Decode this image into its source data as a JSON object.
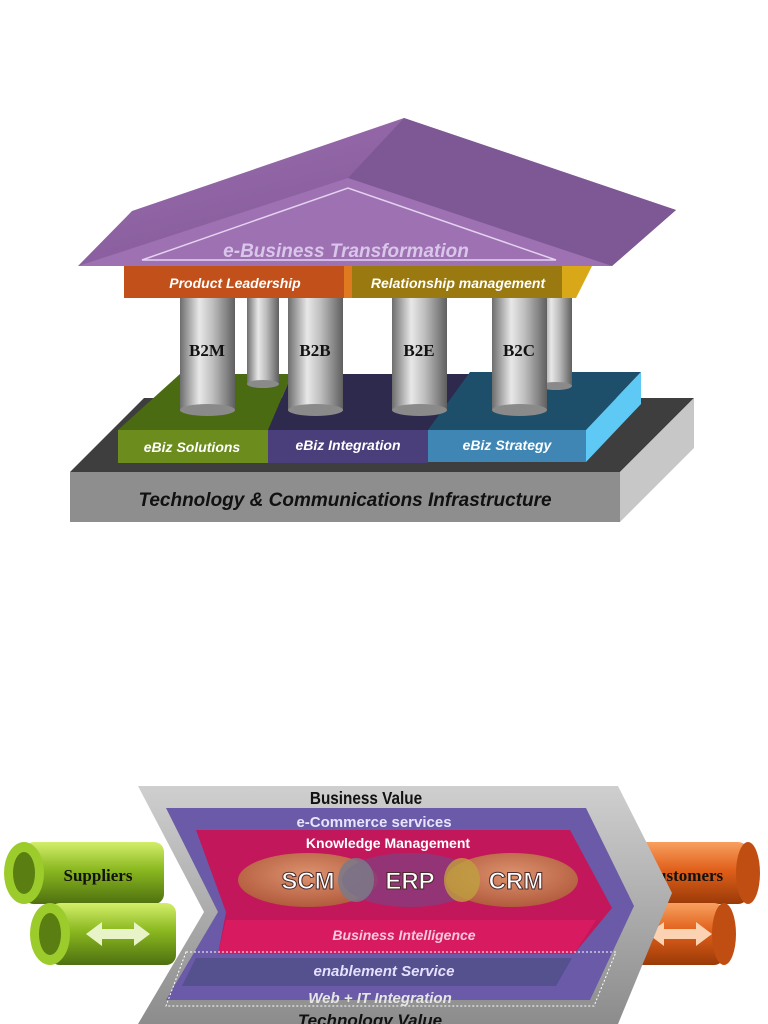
{
  "temple": {
    "roof_title": "e-Business Transformation",
    "beams": [
      "Product Leadership",
      "Relationship management"
    ],
    "pillars": [
      "B2M",
      "B2B",
      "B2E",
      "B2C"
    ],
    "blocks": [
      "eBiz Solutions",
      "eBiz Integration",
      "eBiz Strategy"
    ],
    "base": "Technology & Communications Infrastructure",
    "colors": {
      "roof": "#8a5f9e",
      "beam_left": "#c1501a",
      "beam_right": "#9a7a10",
      "block_solutions": "#6c8c1e",
      "block_integration": "#4a3f7a",
      "block_strategy": "#3f86b4",
      "base": "#8e8e8e"
    }
  },
  "value_chain": {
    "top_label": "Business Value",
    "layers": [
      "e-Commerce services",
      "Knowledge Management",
      "Business Intelligence",
      "enablement Service",
      "Web + IT Integration"
    ],
    "circles": [
      "SCM",
      "ERP",
      "CRM"
    ],
    "bottom_label": "Technology Value",
    "left_pipe": "Suppliers",
    "right_pipe": "Customers",
    "colors": {
      "left_pipe": "#8ab820",
      "right_pipe": "#e0601a",
      "knowledge": "#c2185b",
      "ecommerce": "#6a5aa8"
    }
  }
}
